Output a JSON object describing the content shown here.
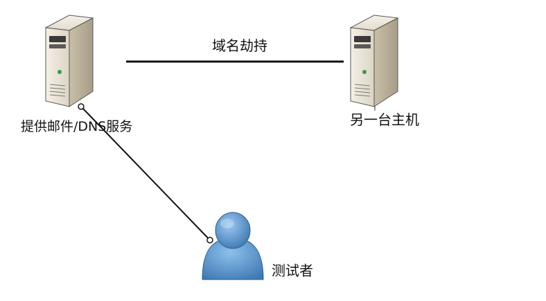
{
  "diagram": {
    "nodes": [
      {
        "id": "mail-dns-server",
        "type": "server",
        "label": "提供邮件/DNS服务"
      },
      {
        "id": "other-host",
        "type": "server",
        "label": "另一台主机"
      },
      {
        "id": "tester",
        "type": "user",
        "label": "测试者"
      }
    ],
    "edges": [
      {
        "from": "mail-dns-server",
        "to": "other-host",
        "label": "域名劫持"
      },
      {
        "from": "mail-dns-server",
        "to": "tester",
        "label": ""
      }
    ]
  }
}
